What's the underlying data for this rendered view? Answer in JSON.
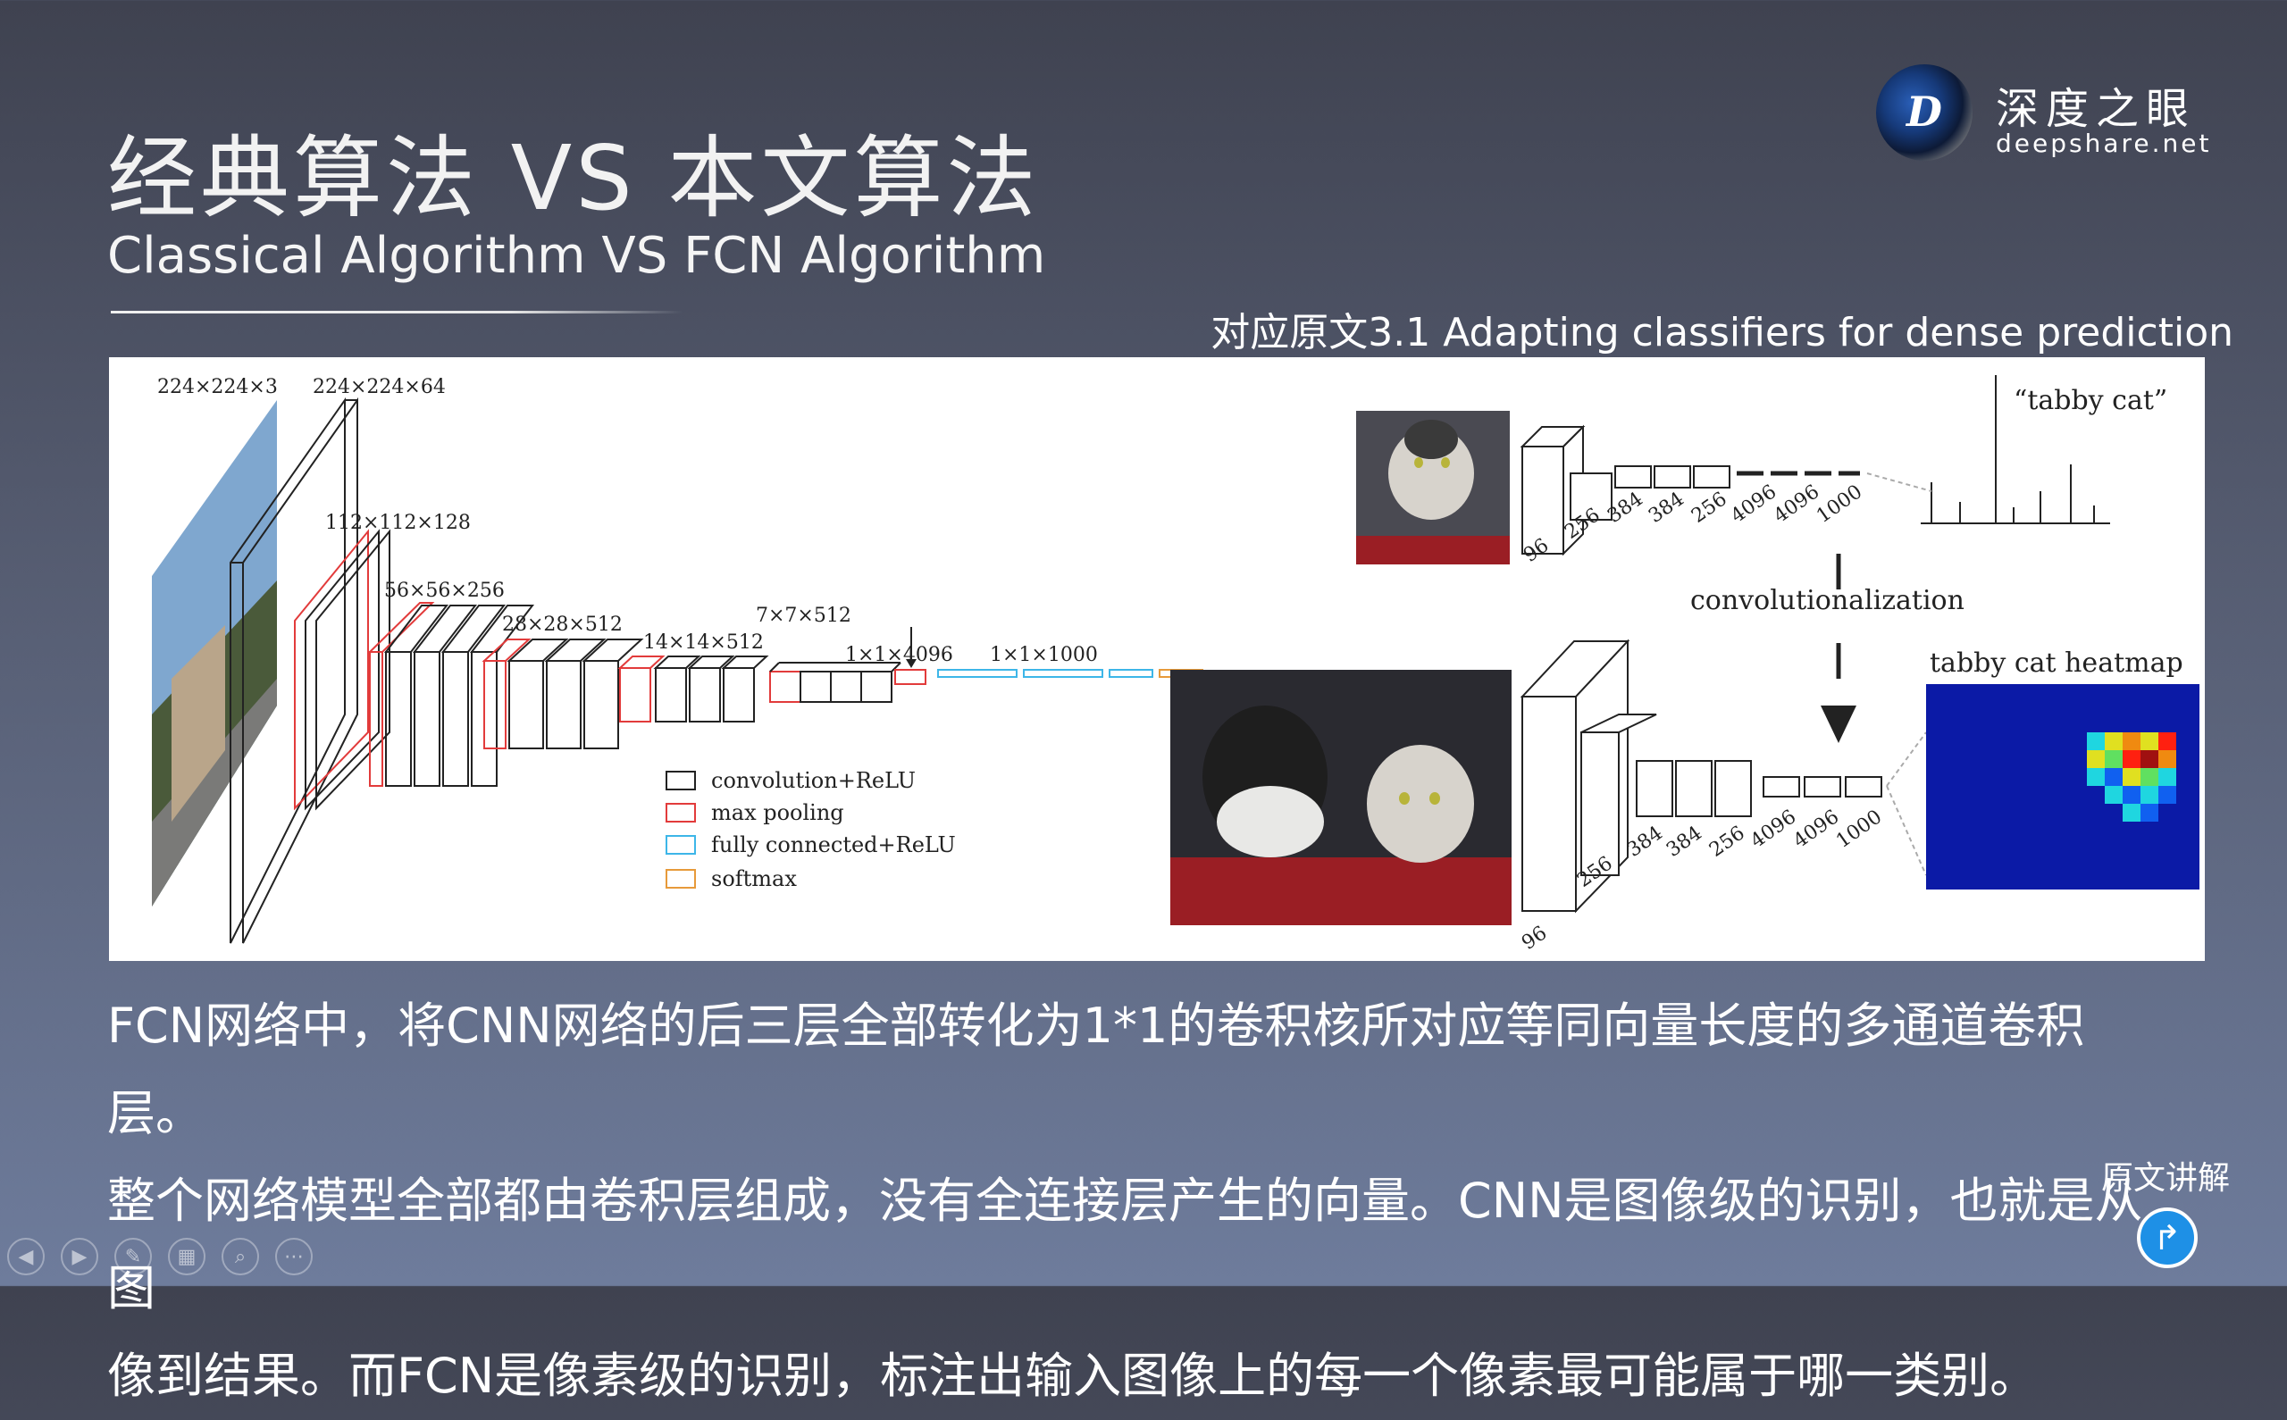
{
  "header": {
    "title_cn": "经典算法 VS 本文算法",
    "title_en": "Classical Algorithm VS FCN Algorithm"
  },
  "logo": {
    "brand_cn": "深度之眼",
    "brand_en": "deepshare.net",
    "mark": "D"
  },
  "reference": "对应原文3.1 Adapting classifiers for dense prediction",
  "figure": {
    "left_dims": {
      "d1": "224×224×3",
      "d2": "224×224×64",
      "d3": "112×112×128",
      "d4": "56×56×256",
      "d5": "28×28×512",
      "d6": "14×14×512",
      "d7": "7×7×512",
      "d8": "1×1×4096",
      "d9": "1×1×1000"
    },
    "legend": [
      {
        "label": "convolution+ReLU",
        "color": "#222222"
      },
      {
        "label": "max pooling",
        "color": "#e23b3b"
      },
      {
        "label": "fully connected+ReLU",
        "color": "#3db6e8"
      },
      {
        "label": "softmax",
        "color": "#e79a3a"
      }
    ],
    "top_net_labels": [
      "96",
      "256",
      "384",
      "384",
      "256",
      "4096",
      "4096",
      "1000"
    ],
    "bottom_net_labels": [
      "96",
      "256",
      "384",
      "384",
      "256",
      "4096",
      "4096",
      "1000"
    ],
    "tabby_cat": "“tabby cat”",
    "convolutionalization": "convolutionalization",
    "heatmap_label": "tabby cat heatmap"
  },
  "body": {
    "line1": "FCN网络中，将CNN网络的后三层全部转化为1*1的卷积核所对应等同向量长度的多通道卷积层。",
    "line2": "整个网络模型全部都由卷积层组成，没有全连接层产生的向量。CNN是图像级的识别，也就是从图",
    "line3": "像到结果。而FCN是像素级的识别，标注出输入图像上的每一个像素最可能属于哪一类别。"
  },
  "explain_label": "原文讲解",
  "toolbar": [
    "previous-icon",
    "next-icon",
    "pen-icon",
    "slides-icon",
    "zoom-icon",
    "more-icon"
  ],
  "toolbar_glyphs": [
    "◀",
    "▶",
    "✎",
    "▦",
    "⌕",
    "⋯"
  ]
}
